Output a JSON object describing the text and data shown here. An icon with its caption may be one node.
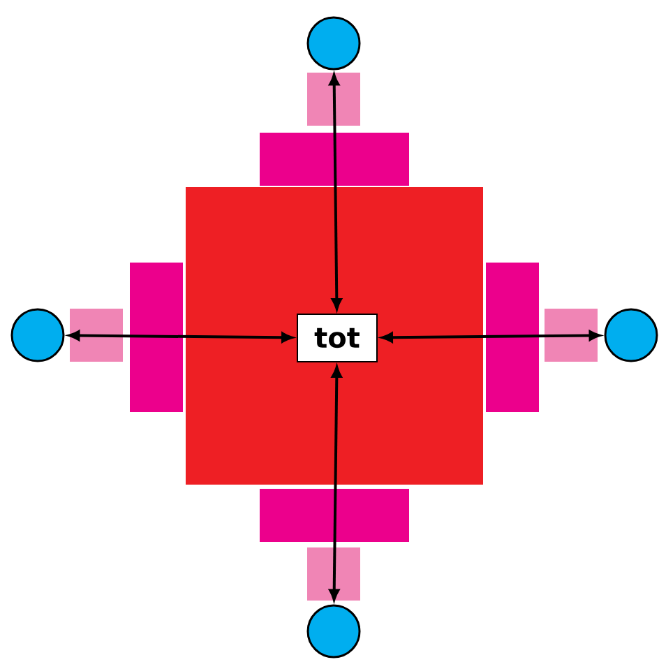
{
  "diagram": {
    "nodes": [
      {
        "text": [],
        "shape": "circle"
      },
      {
        "text": [],
        "shape": "circle"
      },
      {
        "text": [
          "tot"
        ]
      },
      {
        "text": [],
        "shape": "circle"
      },
      {
        "text": [],
        "shape": "circle"
      }
    ],
    "edges": [
      {
        "from": 2,
        "to": 0,
        "arrow": "both"
      },
      {
        "from": 2,
        "to": 1,
        "arrow": "both"
      },
      {
        "from": 2,
        "to": 3,
        "arrow": "both"
      },
      {
        "from": 2,
        "to": 4,
        "arrow": "both"
      }
    ]
  }
}
